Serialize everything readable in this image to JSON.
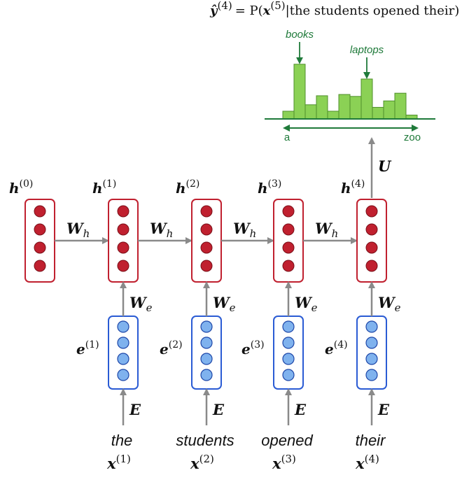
{
  "title": {
    "lhs": "ŷ",
    "lhs_sup": "(4)",
    "eq": "= P(",
    "x": "x",
    "x_sup": "(5)",
    "cond": "|the students opened their)"
  },
  "histogram": {
    "values": [
      0.12,
      0.85,
      0.22,
      0.36,
      0.12,
      0.38,
      0.35,
      0.62,
      0.18,
      0.28,
      0.4,
      0.06
    ],
    "annotations": [
      {
        "label": "books",
        "bin": 1
      },
      {
        "label": "laptops",
        "bin": 7
      }
    ],
    "axis_start": "a",
    "axis_end": "zoo",
    "colors": {
      "bar_fill": "#8bd155",
      "bar_stroke": "#4f8f2c",
      "axis": "#1f7a3a"
    }
  },
  "weights": {
    "U": "U",
    "W": "W",
    "h_sub": "h",
    "e_sub": "e",
    "E": "E"
  },
  "hidden_label": "h",
  "embed_label": "e",
  "input_label": "x",
  "timesteps": [
    {
      "h_sup": "(0)"
    },
    {
      "h_sup": "(1)",
      "e_sup": "(1)",
      "word": "the",
      "x_sup": "(1)"
    },
    {
      "h_sup": "(2)",
      "e_sup": "(2)",
      "word": "students",
      "x_sup": "(2)"
    },
    {
      "h_sup": "(3)",
      "e_sup": "(3)",
      "word": "opened",
      "x_sup": "(3)"
    },
    {
      "h_sup": "(4)",
      "e_sup": "(4)",
      "word": "their",
      "x_sup": "(4)"
    }
  ],
  "colors": {
    "hidden_box": "#c0202f",
    "hidden_dot": "#c0202f",
    "embed_box": "#2a5bd4",
    "embed_dot": "#7fb2ee",
    "arrow": "#8a8a8a"
  }
}
